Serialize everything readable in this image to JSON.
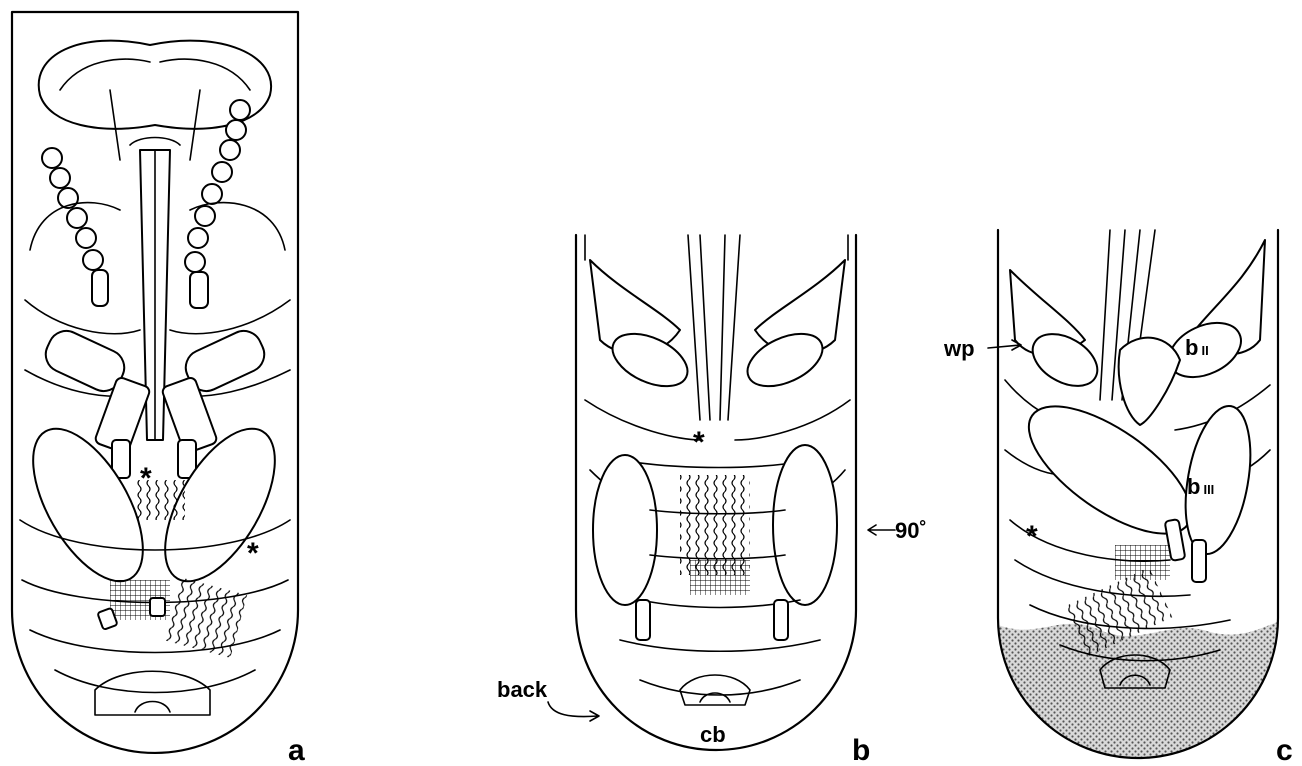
{
  "panels": {
    "a": {
      "letter": "a",
      "star1": "*",
      "star2": "*"
    },
    "b": {
      "letter": "b",
      "star": "*",
      "rotation_label": "90˚",
      "back_label": "back",
      "cb_label": "cb"
    },
    "c": {
      "letter": "c",
      "star": "*",
      "wp_label": "wp",
      "bII_label": "b",
      "bII_sub": "II",
      "bIII_label": "b",
      "bIII_sub": "III"
    }
  }
}
